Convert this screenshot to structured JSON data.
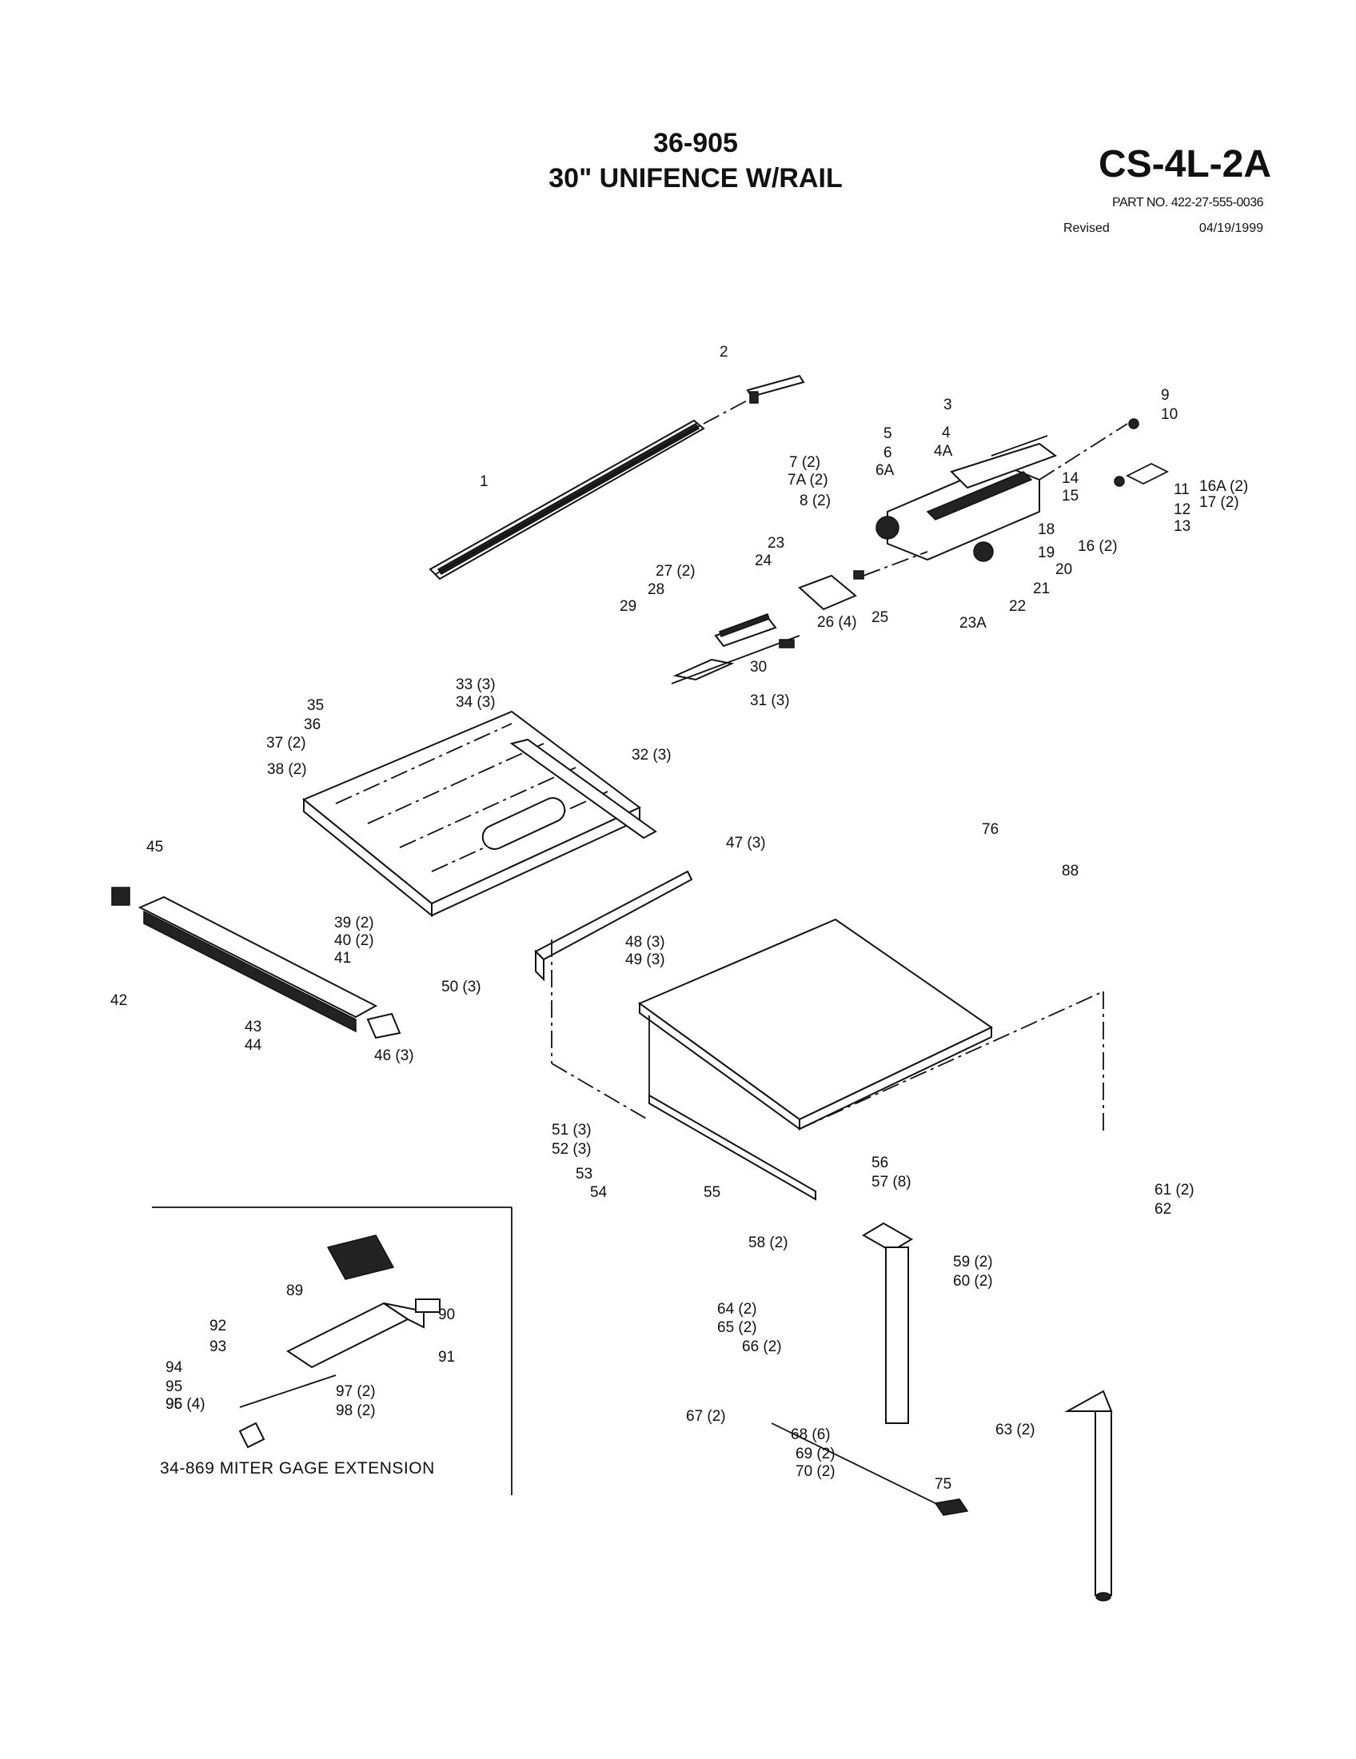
{
  "header": {
    "model": "36-905",
    "title": "30\" UNIFENCE W/RAIL",
    "code": "CS-4L-2A",
    "part_no": "PART NO. 422-27-555-0036",
    "revised_label": "Revised",
    "revised_date": "04/19/1999"
  },
  "inset_title": "34-869  MITER GAGE EXTENSION",
  "callouts": [
    "1",
    "2",
    "3",
    "4",
    "4A",
    "5",
    "6",
    "6A",
    "7 (2)",
    "7A (2)",
    "8 (2)",
    "9",
    "10",
    "11",
    "12",
    "13",
    "14",
    "15",
    "16 (2)",
    "16A (2)",
    "17 (2)",
    "18",
    "19",
    "20",
    "21",
    "22",
    "23A",
    "23",
    "24",
    "25",
    "26 (4)",
    "27 (2)",
    "28",
    "29",
    "30",
    "31 (3)",
    "32 (3)",
    "33 (3)",
    "34 (3)",
    "35",
    "36",
    "37 (2)",
    "38 (2)",
    "39 (2)",
    "40 (2)",
    "41",
    "42",
    "43",
    "44",
    "45",
    "46 (3)",
    "47 (3)",
    "48 (3)",
    "49 (3)",
    "50 (3)",
    "51 (3)",
    "52 (3)",
    "53",
    "54",
    "55",
    "56",
    "57 (8)",
    "58 (2)",
    "59 (2)",
    "60 (2)",
    "61 (2)",
    "62",
    "63 (2)",
    "64 (2)",
    "65 (2)",
    "66 (2)",
    "67 (2)",
    "68 (6)",
    "69 (2)",
    "70 (2)",
    "75",
    "76",
    "88",
    "89",
    "90",
    "91",
    "92",
    "93",
    "94",
    "95",
    "95",
    "96 (4)",
    "97 (2)",
    "98 (2)"
  ]
}
